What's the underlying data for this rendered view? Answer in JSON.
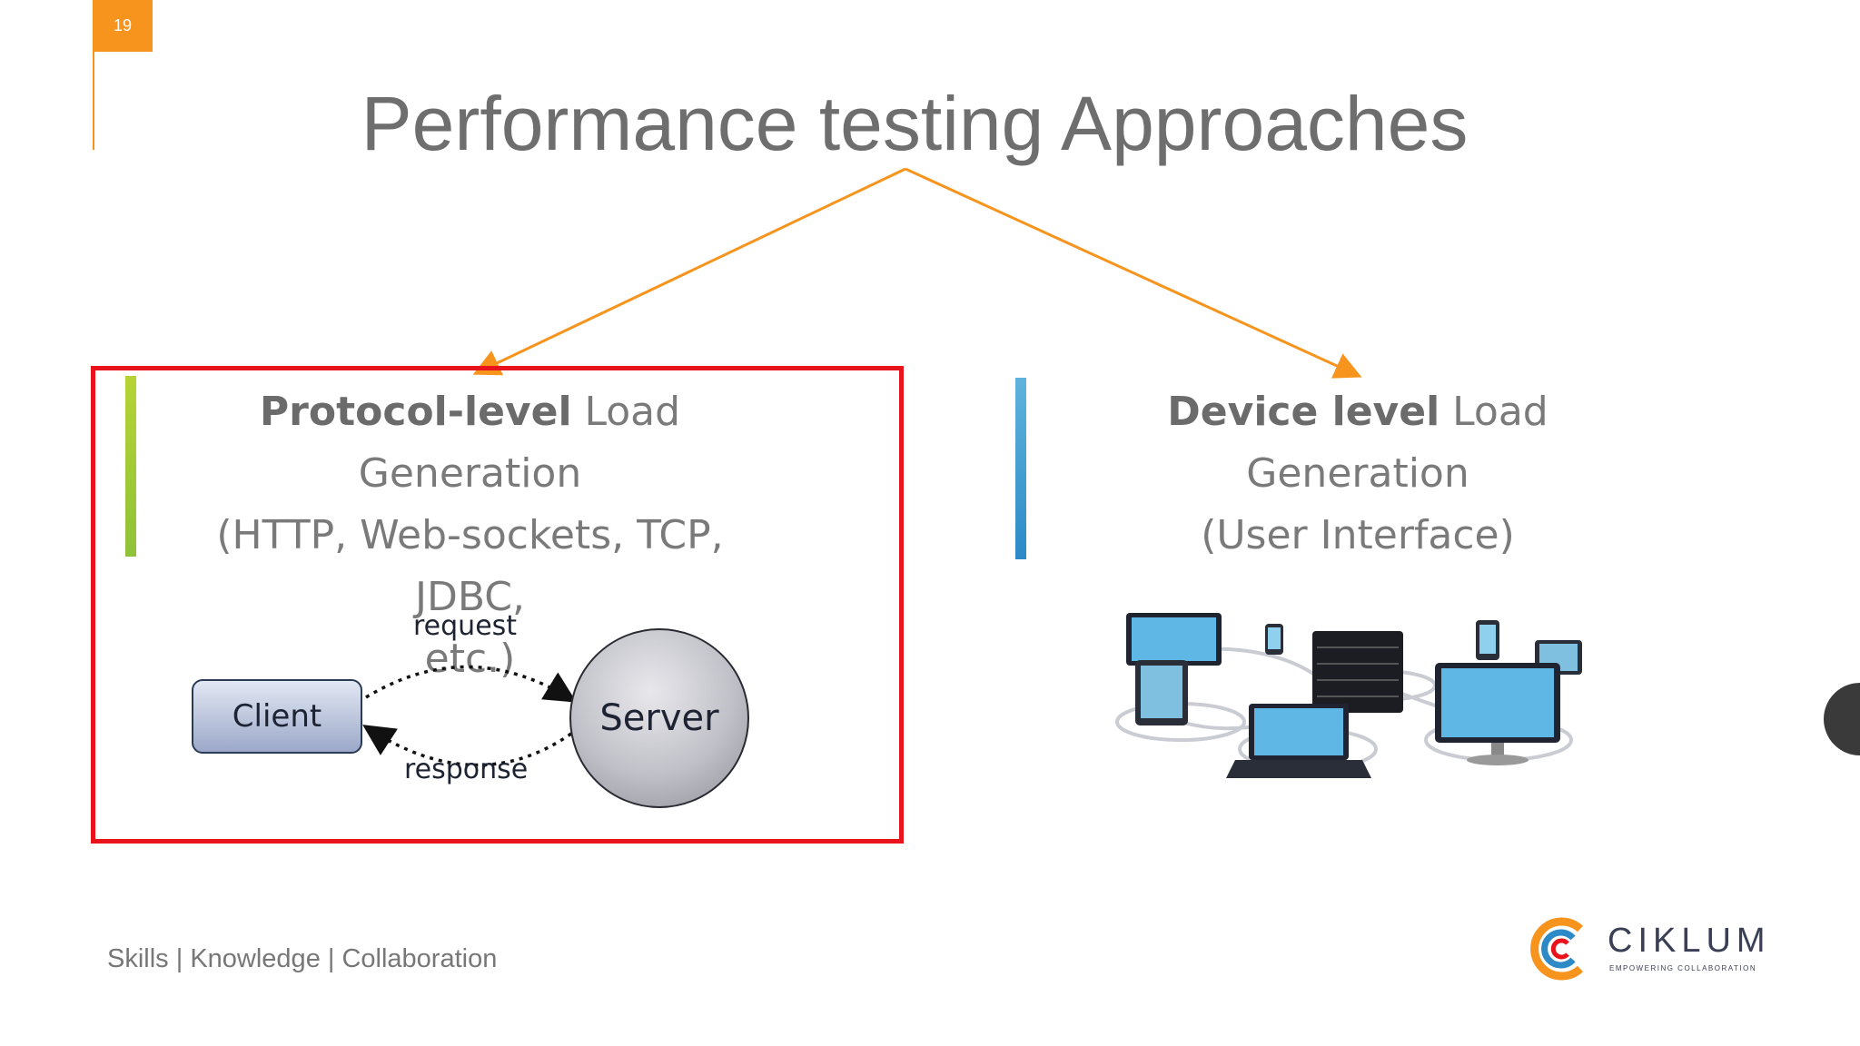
{
  "slide": {
    "number": "19",
    "title": "Performance testing Approaches"
  },
  "protocol": {
    "heading_bold": "Protocol-level",
    "heading_rest": " Load Generation",
    "line2": "(HTTP, Web-sockets, TCP, JDBC,",
    "line3": "etc.)",
    "diagram": {
      "client": "Client",
      "server": "Server",
      "request": "request",
      "response": "response"
    }
  },
  "device": {
    "heading_bold": "Device level",
    "heading_rest": " Load Generation",
    "line2": "(User Interface)"
  },
  "footer": {
    "text": "Skills | Knowledge | Collaboration"
  },
  "logo": {
    "word": "CIKLUM",
    "tagline": "EMPOWERING COLLABORATION"
  },
  "colors": {
    "accent_orange": "#f7941d",
    "highlight_red": "#e8131b",
    "accent_green": "#8fc23a",
    "accent_blue": "#2d8ac6"
  }
}
